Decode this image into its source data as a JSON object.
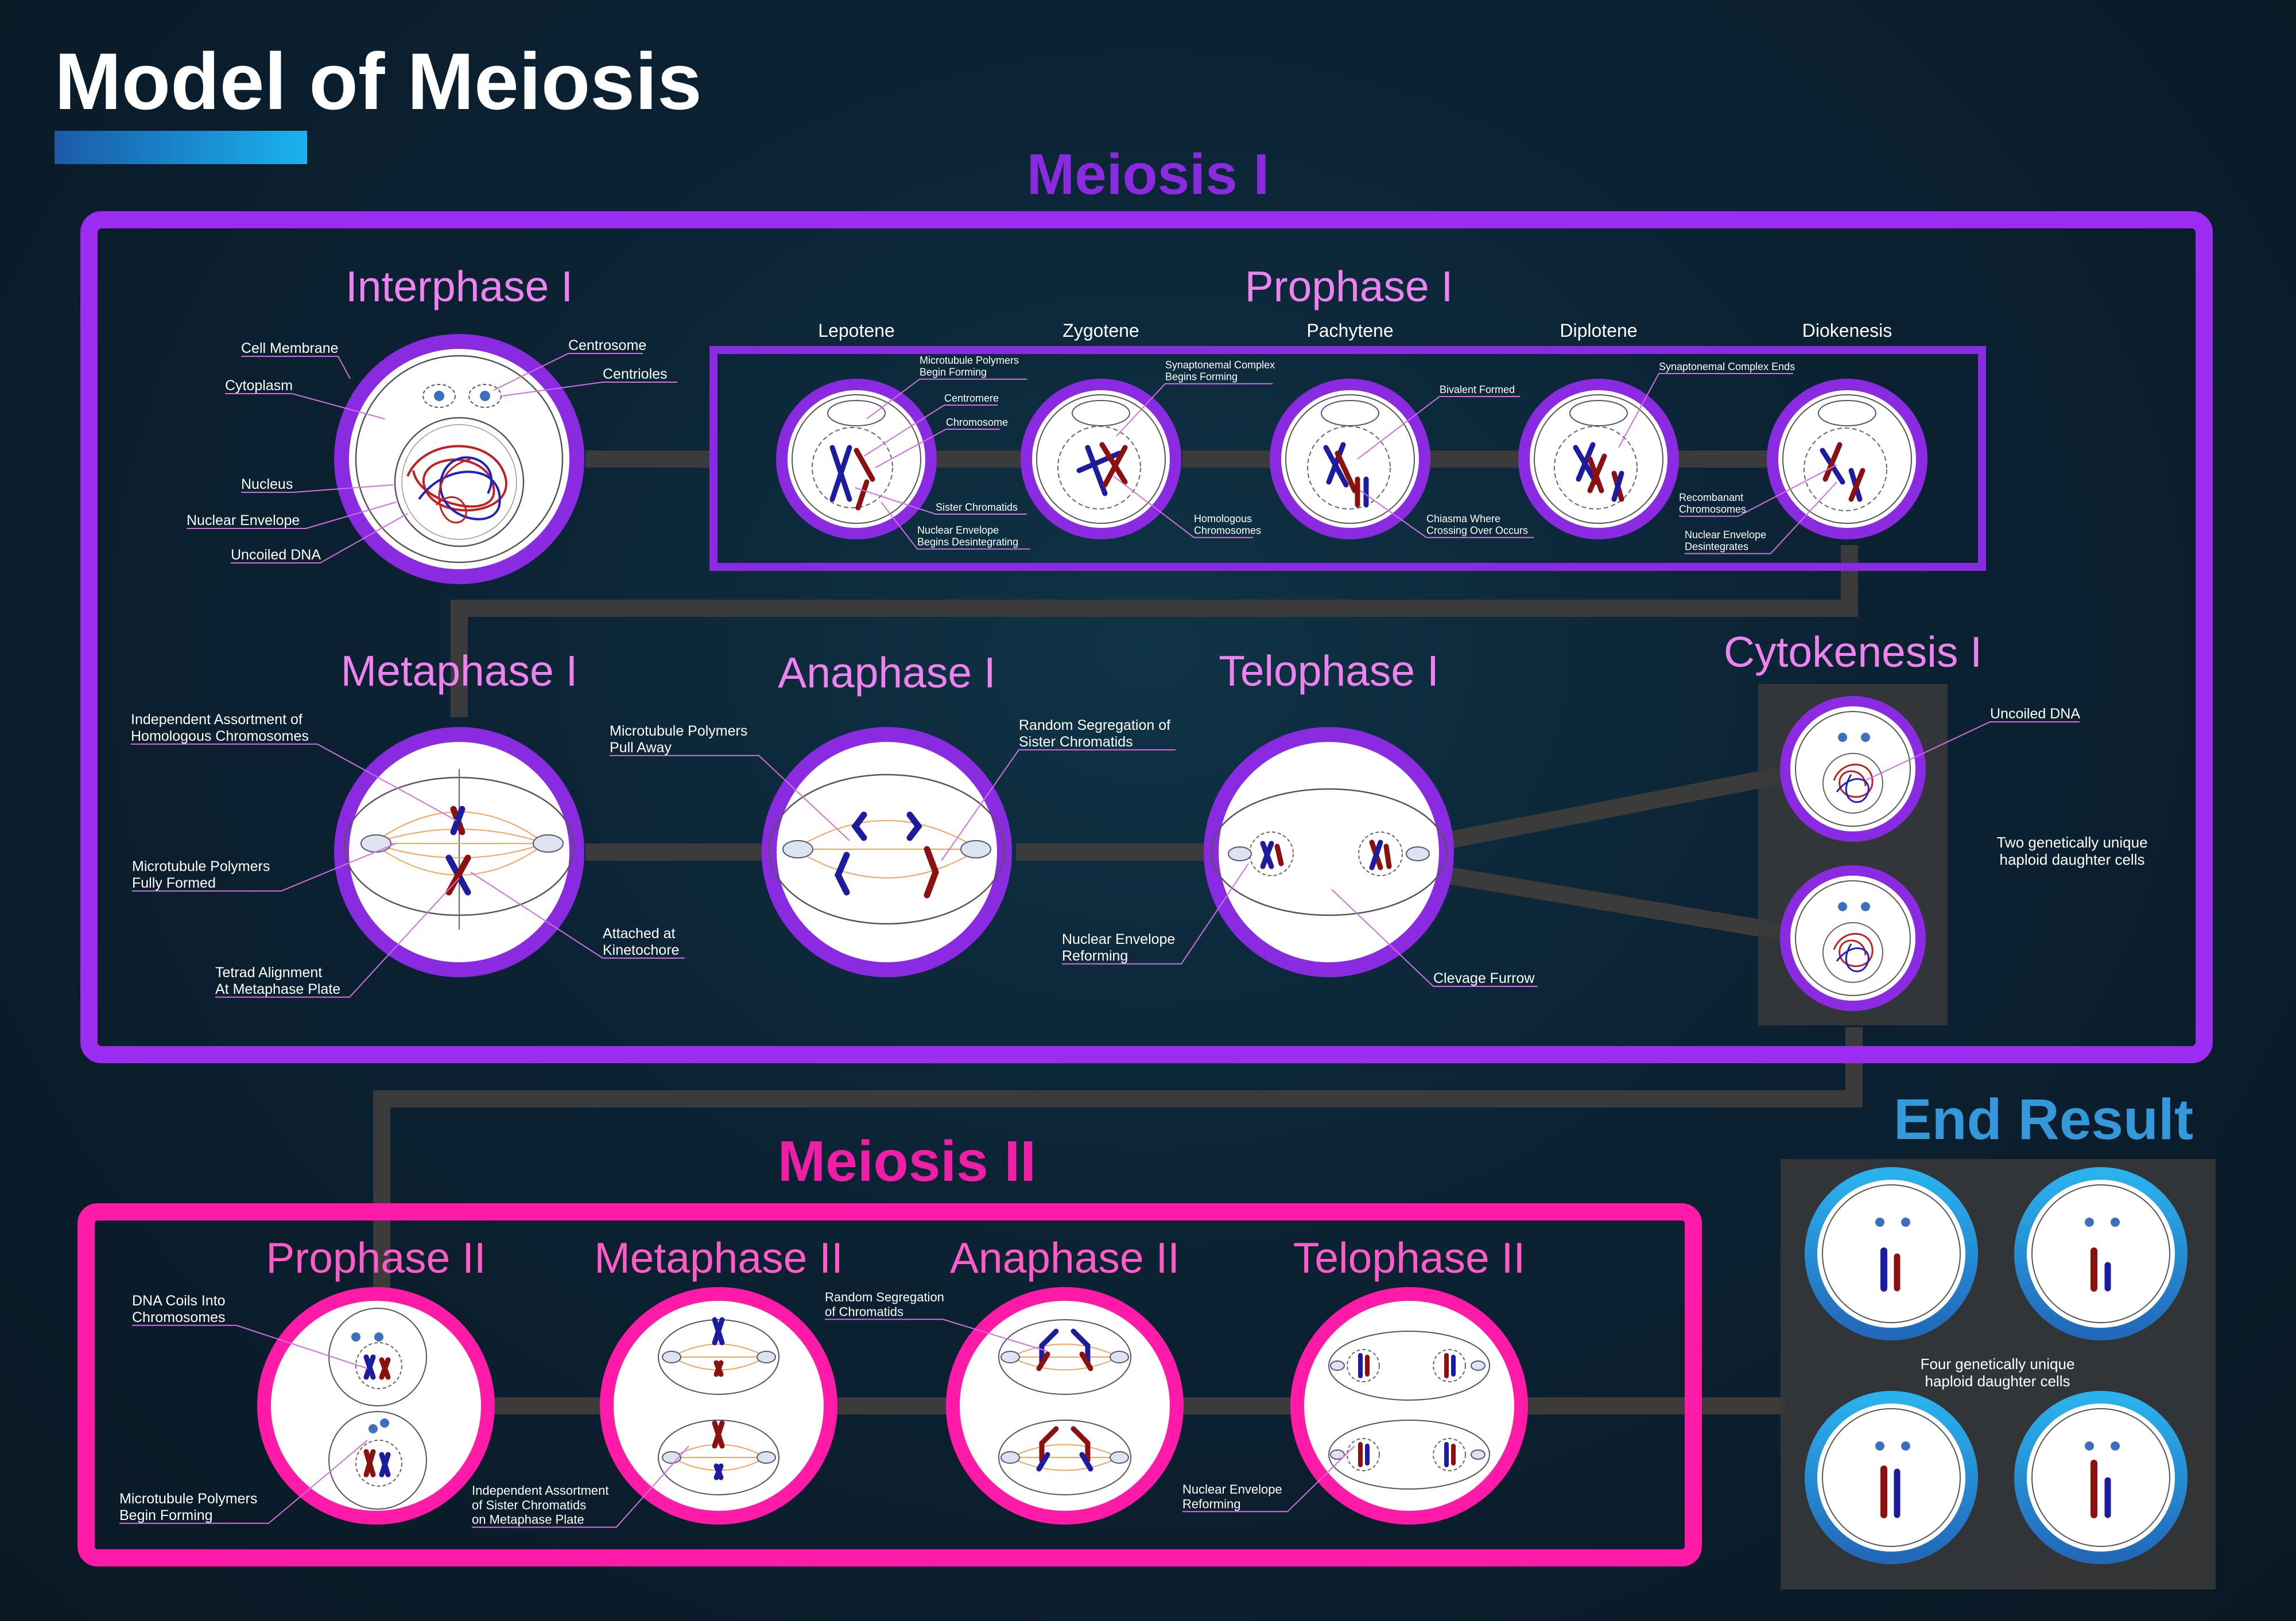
{
  "title": "Model of Meiosis",
  "colors": {
    "meiosis1": "#8a2be2",
    "meiosis2": "#ff1493",
    "phase_title": "#ee82ee",
    "end_result": "#3498db",
    "chrom_red": "#8b1010",
    "chrom_blue": "#1c1c9e",
    "spindle": "#f4a460",
    "connector": "#3a3a3a"
  },
  "meiosis1": {
    "heading": "Meiosis I",
    "interphase": {
      "title": "Interphase I",
      "labels": [
        "Cell Membrane",
        "Cytoplasm",
        "Nucleus",
        "Nuclear Envelope",
        "Uncoiled DNA",
        "Centrosome",
        "Centrioles"
      ]
    },
    "prophase": {
      "title": "Prophase I",
      "stages": [
        "Lepotene",
        "Zygotene",
        "Pachytene",
        "Diplotene",
        "Diokenesis"
      ],
      "labels": [
        "Microtubule Polymers\nBegin Forming",
        "Centromere",
        "Chromosome",
        "Sister Chromatids",
        "Nuclear Envelope\nBegins Desintegrating",
        "Synaptonemal Complex\nBegins Forming",
        "Homologous\nChromosomes",
        "Bivalent Formed",
        "Chiasma Where\nCrossing Over Occurs",
        "Synaptonemal Complex Ends",
        "Recombanant\nChromosomes",
        "Nuclear Envelope\nDesintegrates"
      ]
    },
    "metaphase": {
      "title": "Metaphase I",
      "labels": [
        "Independent Assortment of\nHomologous Chromosomes",
        "Microtubule Polymers\nFully Formed",
        "Tetrad Alignment\nAt Metaphase Plate",
        "Attached at\nKinetochore"
      ]
    },
    "anaphase": {
      "title": "Anaphase I",
      "labels": [
        "Microtubule Polymers\nPull Away",
        "Random Segregation of\nSister Chromatids"
      ]
    },
    "telophase": {
      "title": "Telophase I",
      "labels": [
        "Nuclear Envelope\nReforming",
        "Clevage Furrow"
      ]
    },
    "cytokenesis": {
      "title": "Cytokenesis I",
      "labels": [
        "Uncoiled DNA",
        "Two genetically unique\nhaploid daughter cells"
      ]
    }
  },
  "meiosis2": {
    "heading": "Meiosis II",
    "prophase": {
      "title": "Prophase II",
      "labels": [
        "DNA Coils Into\nChromosomes",
        "Microtubule Polymers\nBegin Forming"
      ]
    },
    "metaphase": {
      "title": "Metaphase II",
      "labels": [
        "Independent Assortment\nof Sister Chromatids\non Metaphase Plate"
      ]
    },
    "anaphase": {
      "title": "Anaphase II",
      "labels": [
        "Random Segregation\nof Chromatids"
      ]
    },
    "telophase": {
      "title": "Telophase II",
      "labels": [
        "Nuclear Envelope\nReforming"
      ]
    }
  },
  "end_result": {
    "heading": "End Result",
    "caption": "Four genetically unique\nhaploid daughter cells"
  }
}
